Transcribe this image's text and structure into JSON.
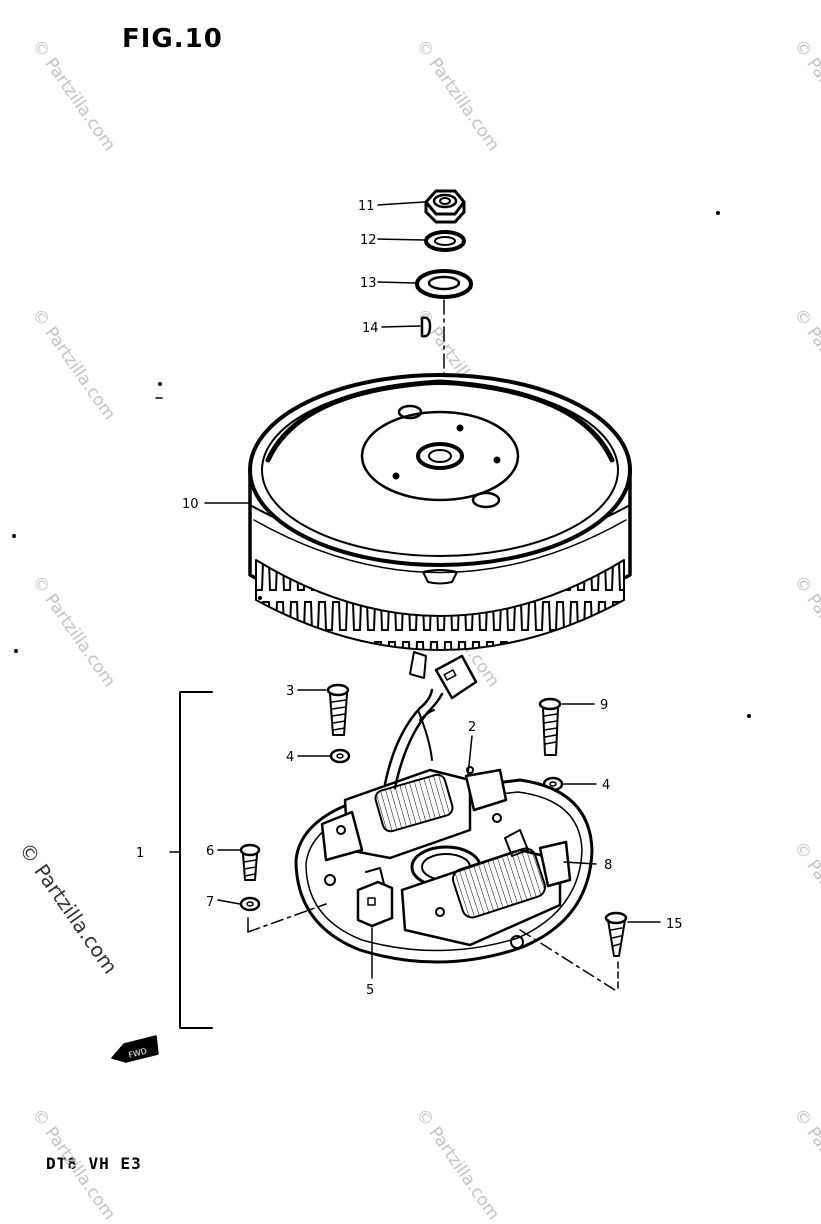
{
  "figure": {
    "title": "FIG.10",
    "model_code": "DT8 VH E3"
  },
  "watermark": {
    "text": "© Partzilla.com"
  },
  "callouts": [
    {
      "id": "c11",
      "label": "11"
    },
    {
      "id": "c12",
      "label": "12"
    },
    {
      "id": "c13",
      "label": "13"
    },
    {
      "id": "c14",
      "label": "14"
    },
    {
      "id": "c10",
      "label": "10"
    },
    {
      "id": "c3",
      "label": "3"
    },
    {
      "id": "c2",
      "label": "2"
    },
    {
      "id": "c9",
      "label": "9"
    },
    {
      "id": "c4a",
      "label": "4"
    },
    {
      "id": "c4b",
      "label": "4"
    },
    {
      "id": "c1",
      "label": "1"
    },
    {
      "id": "c6",
      "label": "6"
    },
    {
      "id": "c8",
      "label": "8"
    },
    {
      "id": "c7",
      "label": "7"
    },
    {
      "id": "c15",
      "label": "15"
    },
    {
      "id": "c5",
      "label": "5"
    }
  ],
  "fwd_arrow": {
    "label": "FWD"
  }
}
